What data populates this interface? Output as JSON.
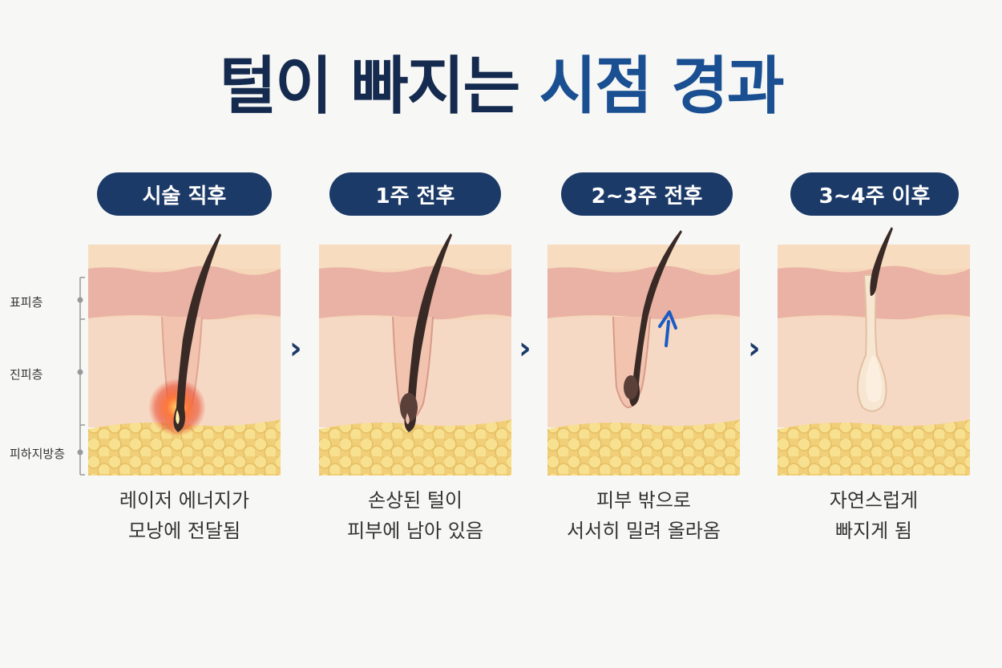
{
  "title": {
    "part1": "털이 빠지는 ",
    "part2": "시점 경과"
  },
  "layers": {
    "epidermis": "표피층",
    "dermis": "진피층",
    "subcutaneous": "피하지방층"
  },
  "stages": [
    {
      "label": "시술 직후",
      "caption_line1": "레이저 에너지가",
      "caption_line2": "모낭에 전달됨"
    },
    {
      "label": "1주 전후",
      "caption_line1": "손상된 털이",
      "caption_line2": "피부에 남아 있음"
    },
    {
      "label": "2~3주 전후",
      "caption_line1": "피부 밖으로",
      "caption_line2": "서서히 밀려 올라옴"
    },
    {
      "label": "3~4주 이후",
      "caption_line1": "자연스럽게",
      "caption_line2": "빠지게 됨"
    }
  ],
  "icons": {
    "next": "chevron-right-icon",
    "up": "arrow-up-icon"
  },
  "colors": {
    "title_dark": "#152a4f",
    "title_accent": "#1a4f92",
    "pill": "#1c3a68",
    "arrow": "#1a5bc4",
    "heat": "#e8452a"
  }
}
